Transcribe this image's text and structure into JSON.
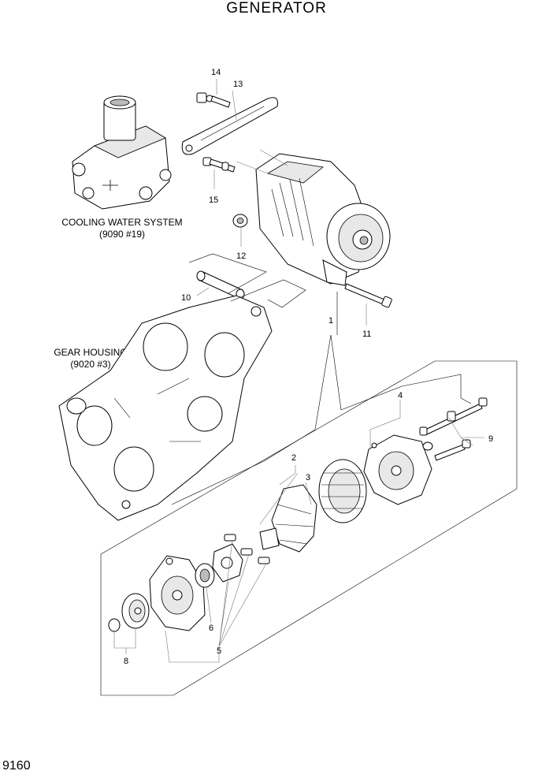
{
  "title": "GENERATOR",
  "page_number": "9160",
  "notes": {
    "cooling_line1": "COOLING WATER SYSTEM",
    "cooling_line2": "(9090 #19)",
    "gear_line1": "GEAR HOUSING",
    "gear_line2": "(9020 #3)"
  },
  "callouts": {
    "c1": "1",
    "c2": "2",
    "c3": "3",
    "c4": "4",
    "c5": "5",
    "c6": "6",
    "c8": "8",
    "c9": "9",
    "c10": "10",
    "c11": "11",
    "c12": "12",
    "c13": "13",
    "c14": "14",
    "c15": "15"
  }
}
